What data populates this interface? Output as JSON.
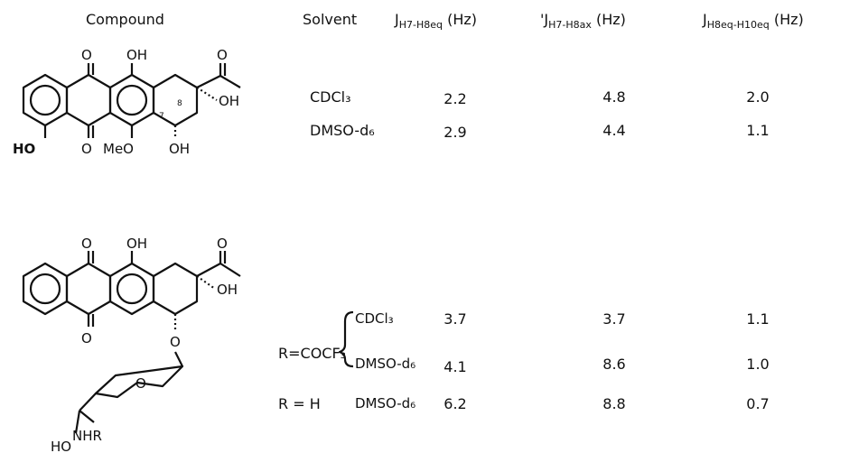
{
  "table": {
    "headers": {
      "compound": "Compound",
      "solvent": "Solvent",
      "j1": {
        "main": "J",
        "sub": "H7-H8eq",
        "unit": "(Hz)"
      },
      "j2": {
        "prefix": "'",
        "main": "J",
        "sub": "H7-H8ax",
        "unit": "(Hz)"
      },
      "j3": {
        "main": "J",
        "sub": "H8eq-H10eq",
        "unit": "(Hz)"
      }
    },
    "rows": [
      {
        "solvent": "CDCl₃",
        "j1": "2.2",
        "j2": "4.8",
        "j3": "2.0"
      },
      {
        "solvent": "DMSO-d₆",
        "j1": "2.9",
        "j2": "4.4",
        "j3": "1.1"
      },
      {
        "group": "R=COCF₃",
        "solvent": "CDCl₃",
        "j1": "3.7",
        "j2": "3.7",
        "j3": "1.1"
      },
      {
        "group": "",
        "solvent": "DMSO-d₆",
        "j1": "4.1",
        "j2": "8.6",
        "j3": "1.0"
      },
      {
        "group": "R = H",
        "solvent": "DMSO-d₆",
        "j1": "6.2",
        "j2": "8.8",
        "j3": "0.7"
      }
    ]
  },
  "structure1": {
    "o_top1": "O",
    "oh_top": "OH",
    "o_top_acetyl": "O",
    "oh_right": "OH",
    "o_bottom": "O",
    "meo": "MeO",
    "oh_bottom": "OH",
    "ho_left": "HO",
    "num7": "7",
    "num8": "8"
  },
  "structure2": {
    "o_top1": "O",
    "oh_top": "OH",
    "o_top_acetyl": "O",
    "oh_right": "OH",
    "o_bottom": "O",
    "o_link": "O",
    "o_ring": "O",
    "nhr": "NHR",
    "ho": "HO"
  }
}
